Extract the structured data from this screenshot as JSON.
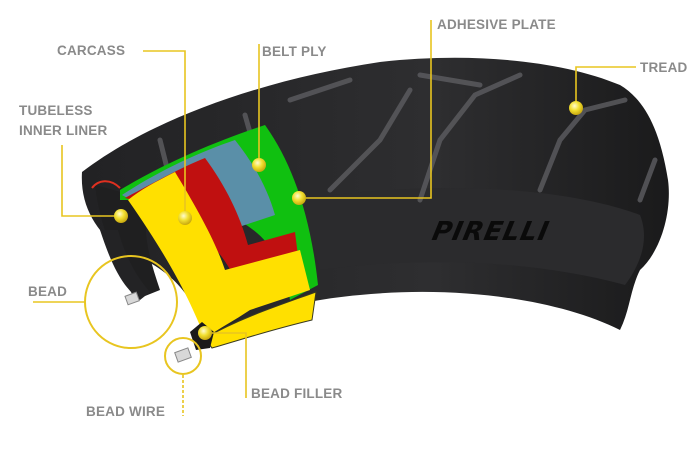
{
  "diagram": {
    "subject": "Motorcycle tire cross-section",
    "brand_mark": "PIRELLI",
    "colors": {
      "leader": "#e8c520",
      "tire": "#2a2a2c",
      "carcass": "#ffe000",
      "belt_red": "#c01010",
      "belt_blue": "#5a8fa8",
      "adhesive_green": "#10c010",
      "label_text": "#8a8a8a"
    },
    "labels": {
      "carcass": "CARCASS",
      "belt_ply": "BELT PLY",
      "adhesive_plate": "ADHESIVE PLATE",
      "tread": "TREAD",
      "tubeless_line1": "TUBELESS",
      "tubeless_line2": "INNER LINER",
      "bead": "BEAD",
      "bead_filler": "BEAD FILLER",
      "bead_wire": "BEAD WIRE"
    }
  }
}
